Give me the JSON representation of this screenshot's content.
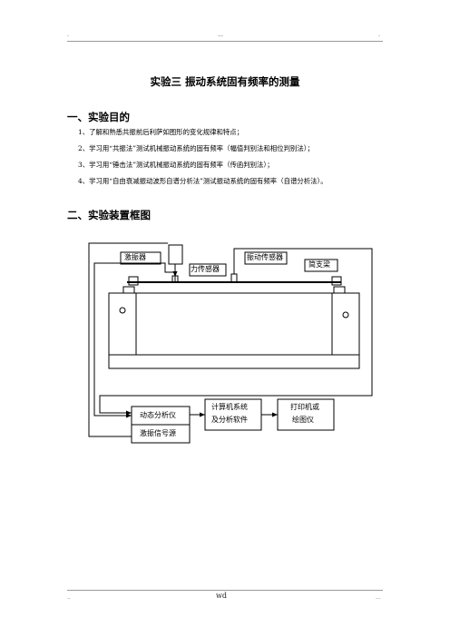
{
  "header": {
    "left": "-",
    "center": "---",
    "right": "-"
  },
  "title": "实验三   振动系统固有频率的测量",
  "sections": [
    {
      "heading": "一、实验目的",
      "items": [
        "1、了解和熟悉共振前后利萨如图形的变化规律和特点；",
        "2、学习用“共振法”测试机械振动系统的固有频率（幅值判别法和相位判别法）；",
        "3、学习用“锤击法”测试机械振动系统的固有频率（传函判别法）；",
        "4、学习用“自由衰减振动波形自谱分析法”测试振动系统的固有频率（自谱分析法）。"
      ]
    },
    {
      "heading": "二、实验装置框图"
    }
  ],
  "diagram": {
    "exciter": "激振器",
    "force_sensor": "力传感器",
    "vibration_sensor": "振动传感器",
    "simply_supported_beam": "简支梁",
    "dynamic_analyzer": "动态分析仪",
    "signal_source": "激振信号源",
    "computer_line1": "计算机系统",
    "computer_line2": "及分析软件",
    "printer_line1": "打印机或",
    "printer_line2": "绘图仪"
  },
  "footer": {
    "left": "..",
    "center": "wd",
    "right": "..."
  }
}
